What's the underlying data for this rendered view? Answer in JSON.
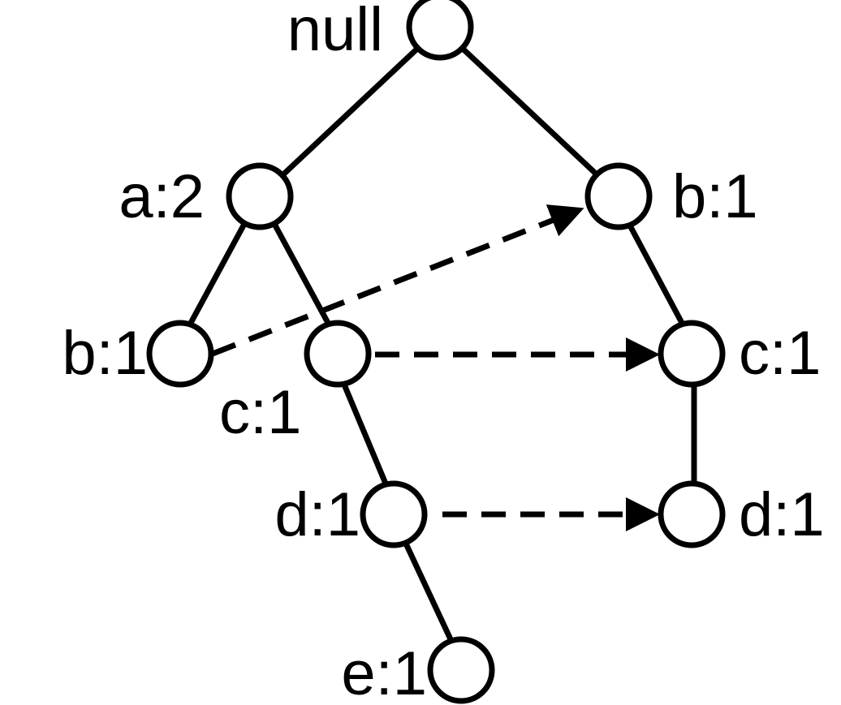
{
  "diagram": {
    "type": "fp-tree",
    "nodes": {
      "root": "null",
      "a": "a:2",
      "b_right": "b:1",
      "b_left": "b:1",
      "c_mid": "c:1",
      "c_right": "c:1",
      "d_mid": "d:1",
      "d_right": "d:1",
      "e": "e:1"
    },
    "edges": [
      [
        "root",
        "a"
      ],
      [
        "root",
        "b_right"
      ],
      [
        "a",
        "b_left"
      ],
      [
        "a",
        "c_mid"
      ],
      [
        "c_mid",
        "d_mid"
      ],
      [
        "d_mid",
        "e"
      ],
      [
        "b_right",
        "c_right"
      ],
      [
        "c_right",
        "d_right"
      ]
    ],
    "node_links": [
      [
        "b_left",
        "b_right"
      ],
      [
        "c_mid",
        "c_right"
      ],
      [
        "d_mid",
        "d_right"
      ]
    ],
    "colors": {
      "stroke": "#000000",
      "fill": "#ffffff"
    }
  }
}
